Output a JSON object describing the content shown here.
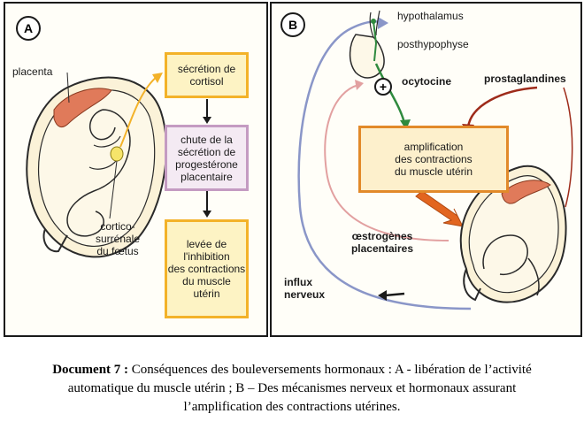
{
  "panel_a": {
    "badge": "A",
    "labels": {
      "placenta": "placenta",
      "corticosurrenale": [
        "cortico-",
        "surrénale",
        "du fœtus"
      ]
    },
    "boxes": [
      {
        "id": "cortisol",
        "lines": [
          "sécrétion de",
          "cortisol"
        ]
      },
      {
        "id": "progesterone",
        "lines": [
          "chute de la",
          "sécrétion de",
          "progestérone",
          "placentaire"
        ]
      },
      {
        "id": "inhibition",
        "lines": [
          "levée de",
          "l'inhibition",
          "des contractions",
          "du muscle",
          "utérin"
        ]
      }
    ]
  },
  "panel_b": {
    "badge": "B",
    "labels": {
      "hypothalamus": "hypothalamus",
      "posthypophyse": "posthypophyse",
      "ocytocine": "ocytocine",
      "plus_sign": "+",
      "prostaglandines": "prostaglandines",
      "oestrogenes": [
        "œstrogènes",
        "placentaires"
      ],
      "influx": [
        "influx",
        "nerveux"
      ]
    },
    "box": {
      "lines": [
        "amplification",
        "des contractions",
        "du muscle utérin"
      ]
    }
  },
  "caption": {
    "title": "Document 7 :",
    "line1": " Conséquences des bouleversements hormonaux : A - libération de l’activité",
    "line2": "automatique du muscle utérin ; B – Des mécanismes nerveux et hormonaux assurant",
    "line3": "l’amplification des contractions utérines."
  },
  "colors": {
    "yellow_border": "#f3b229",
    "lilac_border": "#c49bc2",
    "orange_border": "#e28a2a",
    "nerve_blue": "#8a96c8",
    "ocytocine_green": "#2f8a3e",
    "prostaglandines_red": "#9e2b1a",
    "oestrogen_pink": "#e2a0a0",
    "placenta_red": "#e07a5a",
    "amplification_arrow": "#e2651f"
  }
}
